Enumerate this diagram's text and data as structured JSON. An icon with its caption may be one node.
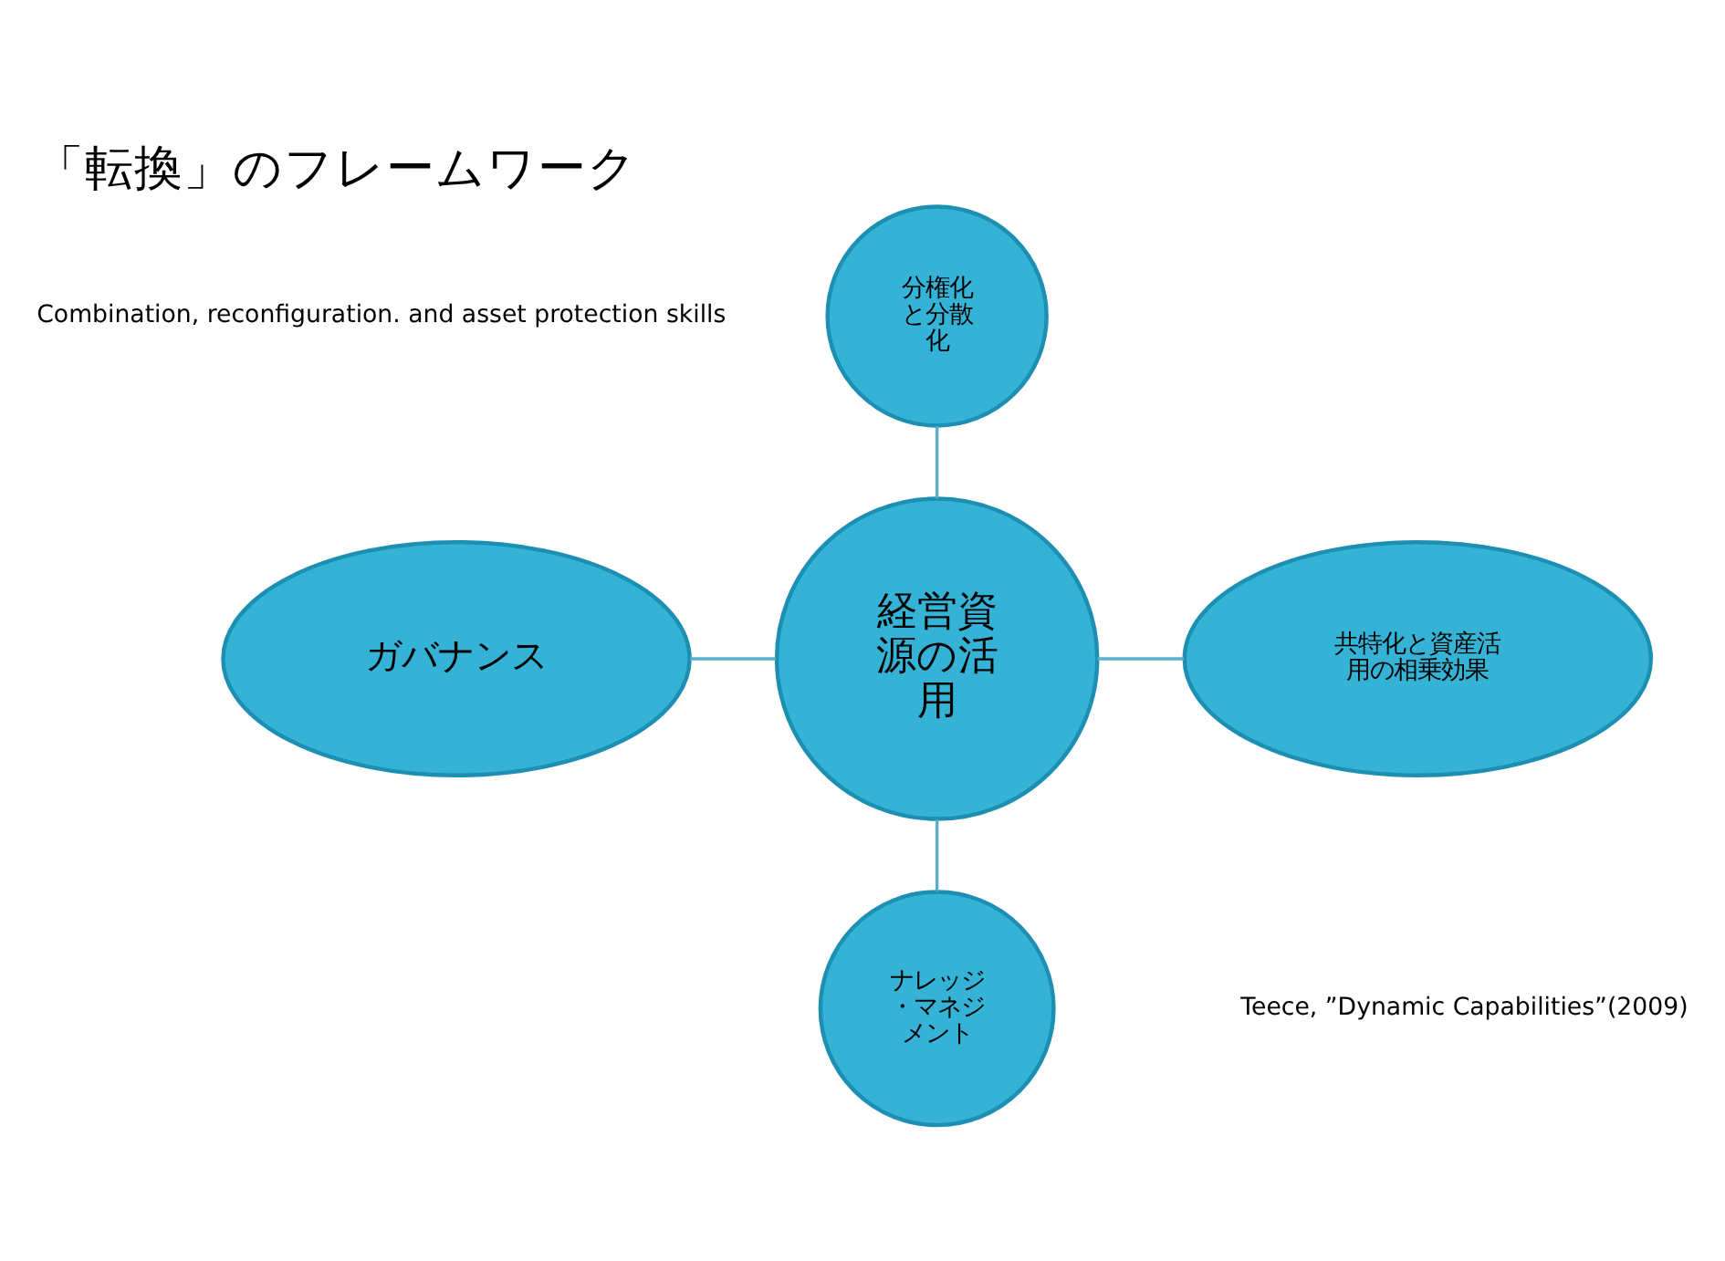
{
  "diagram": {
    "title": "「転換」のフレームワーク",
    "nodes": [
      {
        "text": [
          "分権化と分散化"
        ]
      },
      {
        "text": [
          "ガバナンス"
        ]
      },
      {
        "text": [
          "経営資源の活用"
        ]
      },
      {
        "text": [
          "共特化と資産活用の相乗効果"
        ]
      },
      {
        "text": [
          "ナレッジ・マネジメント"
        ]
      }
    ],
    "edges": [
      {
        "from": 0,
        "to": 2,
        "arrow": "none"
      },
      {
        "from": 1,
        "to": 2,
        "arrow": "none"
      },
      {
        "from": 2,
        "to": 3,
        "arrow": "none"
      },
      {
        "from": 2,
        "to": 4,
        "arrow": "none"
      }
    ],
    "labels": [
      "Combination, reconfiguration. and asset protection skills",
      "Teece, ”Dynamic Capabilities”(2009)"
    ]
  }
}
